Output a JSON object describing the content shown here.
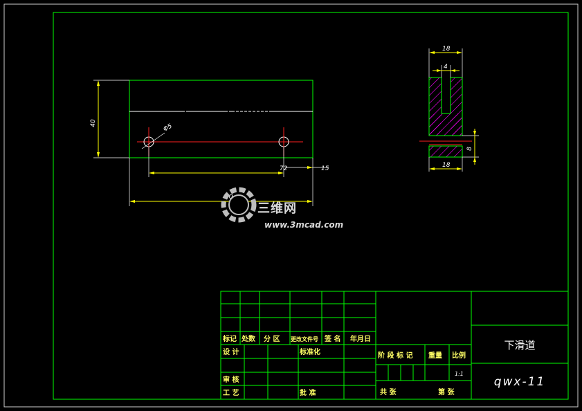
{
  "drawing": {
    "title": "下滑道",
    "code": "qwx-11",
    "scale": "1:1"
  },
  "front_view": {
    "dims": {
      "height": "40",
      "hole_dia": "Φ5",
      "hole_spacing": "72",
      "edge_offset": "15",
      "overall_length": "90"
    }
  },
  "side_view": {
    "dims": {
      "top_width": "18",
      "slot_width": "4",
      "bottom_width": "18",
      "base_height": "8"
    }
  },
  "title_block": {
    "headers": [
      "标记",
      "处数",
      "分 区",
      "更改文件号",
      "签 名",
      "年月日"
    ],
    "design": "设 计",
    "standardize": "标准化",
    "review": "审 核",
    "process": "工 艺",
    "approve": "批 准",
    "stage_mark": "阶 段 标 记",
    "weight": "重量",
    "ratio": "比例",
    "total": "共    张",
    "sheet": "第    张"
  },
  "watermark": {
    "brand": "三维网",
    "url": "www.3mcad.com"
  }
}
